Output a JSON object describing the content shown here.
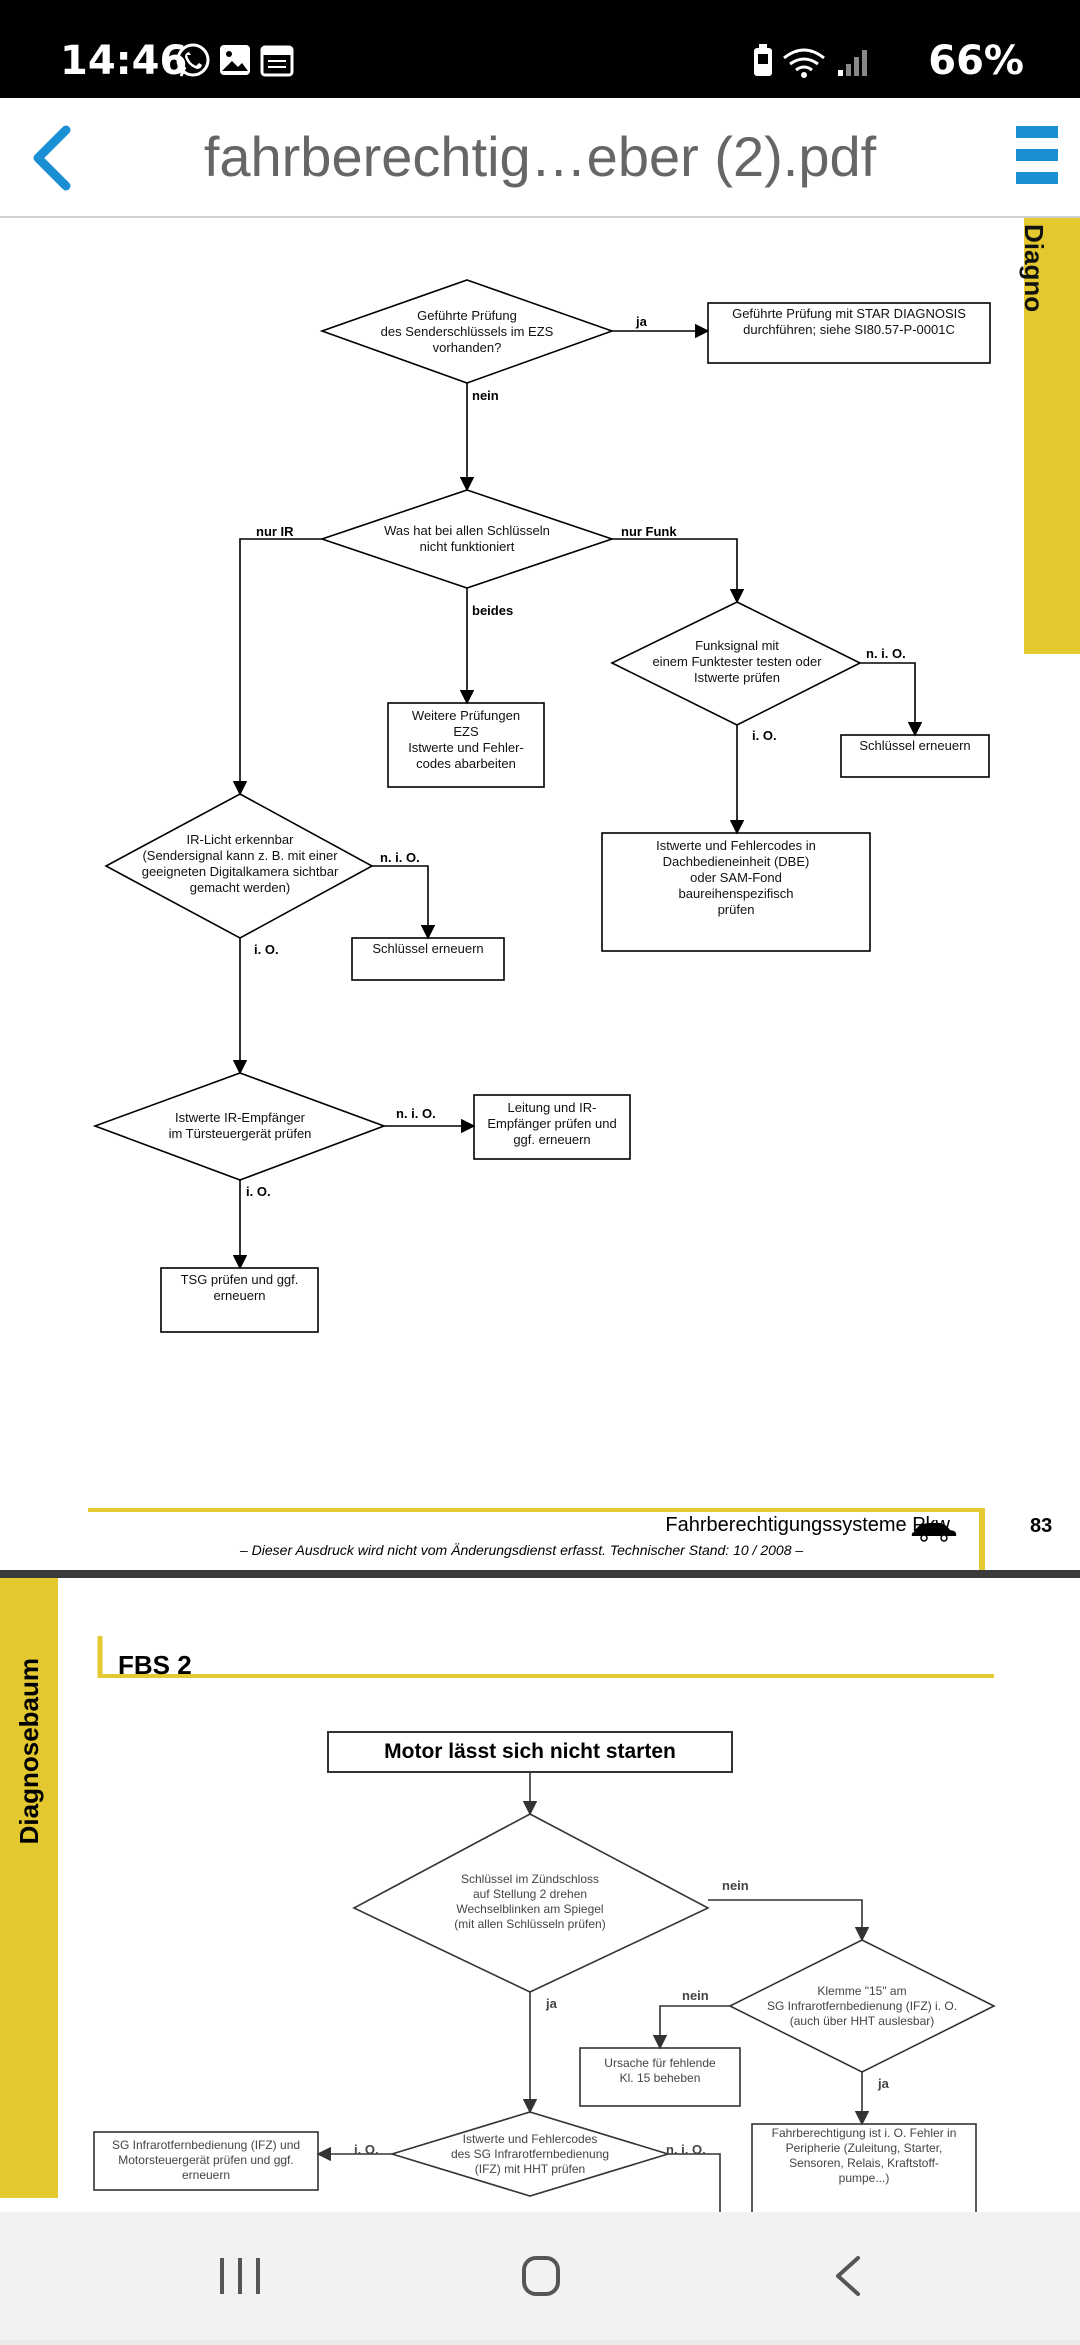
{
  "status_bar": {
    "time": "14:46",
    "battery": "66%"
  },
  "app_bar": {
    "title": "fahrberechtig…eber (2).pdf"
  },
  "page1": {
    "side_tab": "Diagno",
    "nodes": {
      "d1": "Geführte Prüfung\ndes Senderschlüssels im EZS\nvorhanden?",
      "b1": "Geführte Prüfung mit STAR DIAGNOSIS\ndurchführen; siehe SI80.57-P-0001C",
      "d2": "Was hat bei allen Schlüsseln\nnicht funktioniert",
      "b2": "Weitere Prüfungen\nEZS\nIstwerte und Fehler-\ncodes abarbeiten",
      "d3": "Funksignal mit\neinem Funktester testen oder\nIstwerte prüfen",
      "b3": "Schlüssel erneuern",
      "b4": "Istwerte und Fehlercodes in\nDachbedieneinheit (DBE)\noder SAM-Fond\nbaureihenspezifisch\nprüfen",
      "d4": "IR-Licht erkennbar\n(Sendersignal kann z. B. mit einer\ngeeigneten Digitalkamera sichtbar\ngemacht werden)",
      "b5": "Schlüssel erneuern",
      "d5": "Istwerte IR-Empfänger\nim Türsteuergerät prüfen",
      "b6": "Leitung und IR-\nEmpfänger prüfen und\nggf. erneuern",
      "b7": "TSG prüfen und ggf.\nerneuern"
    },
    "labels": {
      "ja": "ja",
      "nein": "nein",
      "nur_ir": "nur IR",
      "nur_funk": "nur Funk",
      "beides": "beides",
      "nio1": "n. i. O.",
      "io1": "i. O.",
      "nio2": "n. i. O.",
      "io2": "i. O.",
      "nio3": "n. i. O.",
      "io3": "i. O."
    },
    "footer": {
      "title": "Fahrberechtigungssysteme Pkw",
      "subtitle": "– Dieser Ausdruck wird nicht vom Änderungsdienst erfasst. Technischer Stand: 10 / 2008 –",
      "page_number": "83"
    }
  },
  "page2": {
    "side_tab": "Diagnosebaum",
    "heading": "FBS 2",
    "main_box": "Motor lässt sich nicht starten",
    "nodes": {
      "d1": "Schlüssel im Zündschloss\nauf Stellung 2 drehen\nWechselblinken am Spiegel\n(mit allen Schlüsseln prüfen)",
      "d2": "Klemme \"15\" am\nSG Infrarotfernbedienung (IFZ) i. O.\n(auch über HHT auslesbar)",
      "b1": "Ursache für fehlende\nKl. 15 beheben",
      "b2": "Fahrberechtigung ist i. O. Fehler in\nPeripherie (Zuleitung, Starter,\nSensoren, Relais, Kraftstoff-\npumpe...)",
      "d3": "Istwerte und Fehlercodes\ndes SG Infrarotfernbedienung\n(IFZ) mit HHT prüfen",
      "b3": "SG Infrarotfernbedienung (IFZ) und\nMotorsteuergerät prüfen und ggf.\nerneuern"
    },
    "labels": {
      "nein1": "nein",
      "ja1": "ja",
      "nein2": "nein",
      "ja2": "ja",
      "io": "i. O.",
      "nio": "n. i. O."
    }
  }
}
